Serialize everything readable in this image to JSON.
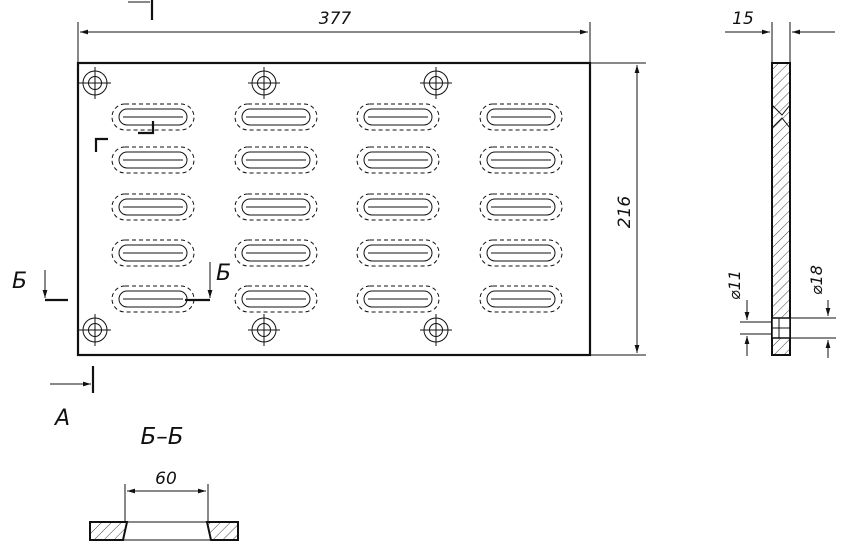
{
  "dimensions": {
    "plate_width": "377",
    "plate_height": "216",
    "plate_thickness": "15",
    "hole_diameter_small": "⌀11",
    "hole_diameter_large": "⌀18",
    "slot_length": "60"
  },
  "labels": {
    "section_mark_left": "Б",
    "section_mark_right": "Б",
    "view_mark": "А",
    "section_title": "Б–Б"
  },
  "layout": {
    "slot_rows": 5,
    "slot_columns": 4,
    "mounting_holes": 6
  }
}
